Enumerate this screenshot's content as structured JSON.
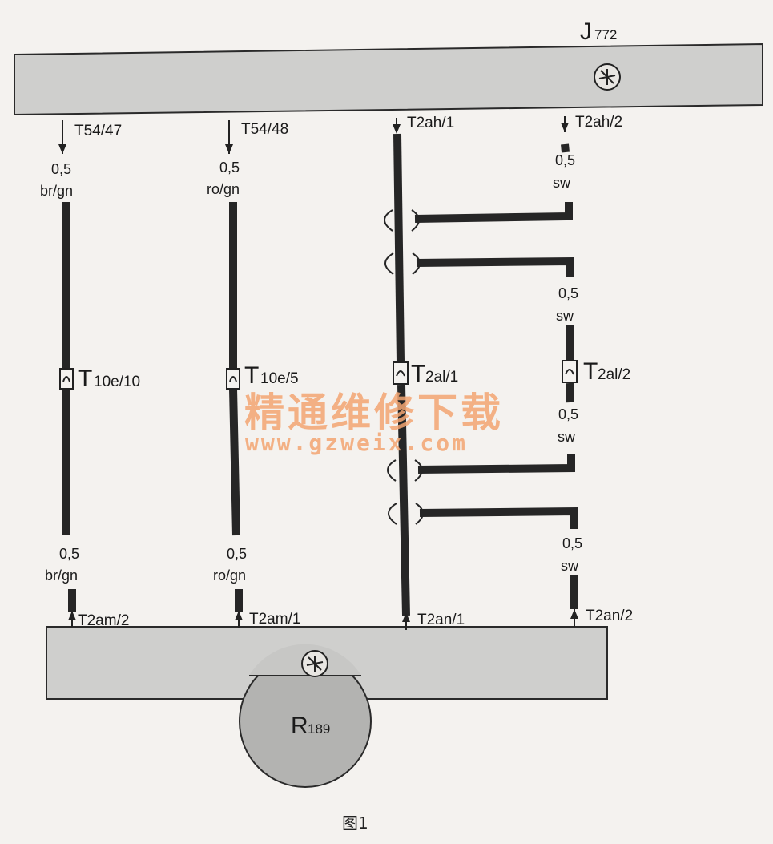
{
  "top_unit": {
    "name": "J",
    "sub": "772"
  },
  "bottom_unit": {
    "name": "R",
    "sub": "189"
  },
  "wires": [
    {
      "top_pin": "T54/47",
      "top_gauge": "0,5",
      "top_color": "br/gn",
      "mid_conn": "T",
      "mid_conn_sub": "10e/10",
      "bot_gauge": "0,5",
      "bot_color": "br/gn",
      "bot_pin": "T2am/2"
    },
    {
      "top_pin": "T54/48",
      "top_gauge": "0,5",
      "top_color": "ro/gn",
      "mid_conn": "T",
      "mid_conn_sub": "10e/5",
      "bot_gauge": "0,5",
      "bot_color": "ro/gn",
      "bot_pin": "T2am/1"
    },
    {
      "top_pin": "T2ah/1",
      "mid_conn": "T",
      "mid_conn_sub": "2al/1",
      "bot_pin": "T2an/1"
    },
    {
      "top_pin": "T2ah/2",
      "top_gauge": "0,5",
      "top_color": "sw",
      "upper_gauge": "0,5",
      "upper_color": "sw",
      "mid_conn": "T",
      "mid_conn_sub": "2al/2",
      "lower_gauge": "0,5",
      "lower_color": "sw",
      "bot_gauge": "0,5",
      "bot_color": "sw",
      "bot_pin": "T2an/2"
    }
  ],
  "watermark": {
    "cn": "精通维修下载",
    "url": "www.gzweix.com"
  },
  "caption": "图1",
  "colors": {
    "unit_fill": "#cfcfcd",
    "wire": "#262626",
    "watermark": "#f3a572"
  }
}
